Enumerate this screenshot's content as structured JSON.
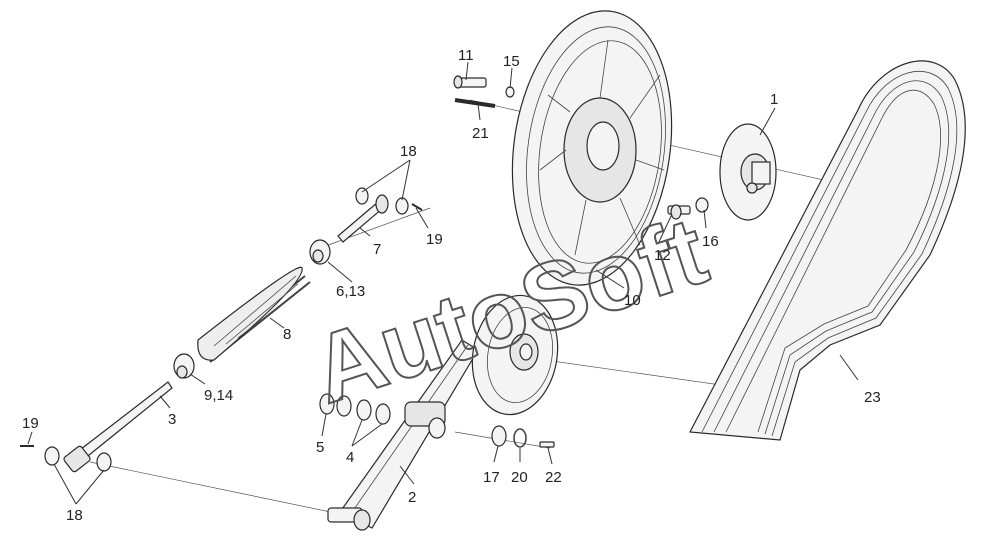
{
  "labels": {
    "l1": "1",
    "l2": "2",
    "l3": "3",
    "l4": "4",
    "l5": "5",
    "l613": "6,13",
    "l7": "7",
    "l8": "8",
    "l914": "9,14",
    "l10": "10",
    "l11": "11",
    "l12": "12",
    "l15": "15",
    "l16": "16",
    "l17": "17",
    "l18a": "18",
    "l18b": "18",
    "l19a": "19",
    "l19b": "19",
    "l20": "20",
    "l21": "21",
    "l22": "22",
    "l23": "23"
  },
  "watermark": "AutoSoft"
}
